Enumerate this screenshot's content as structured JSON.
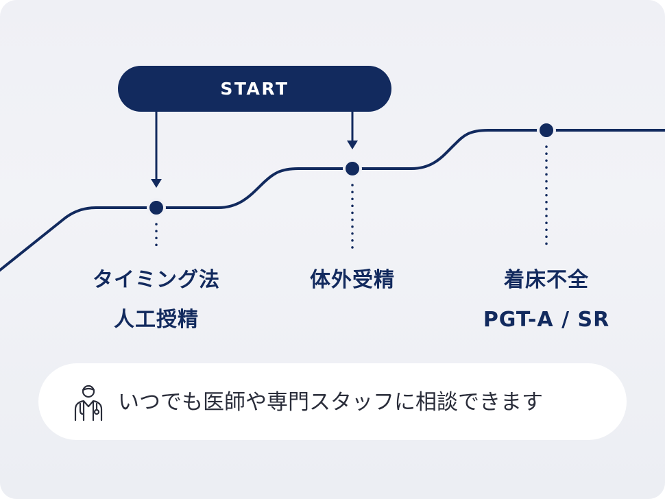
{
  "start": {
    "label": "START"
  },
  "stages": [
    {
      "lines": [
        "タイミング法",
        "人工授精"
      ]
    },
    {
      "lines": [
        "体外受精"
      ]
    },
    {
      "lines": [
        "着床不全",
        "PGT-A / SR"
      ]
    }
  ],
  "consult": {
    "icon": "doctor-icon",
    "text": "いつでも医師や専門スタッフに相談できます"
  },
  "colors": {
    "navy": "#122a5e",
    "background": "#eff0f5",
    "bar": "#ffffff",
    "text": "#2a2d3a"
  }
}
